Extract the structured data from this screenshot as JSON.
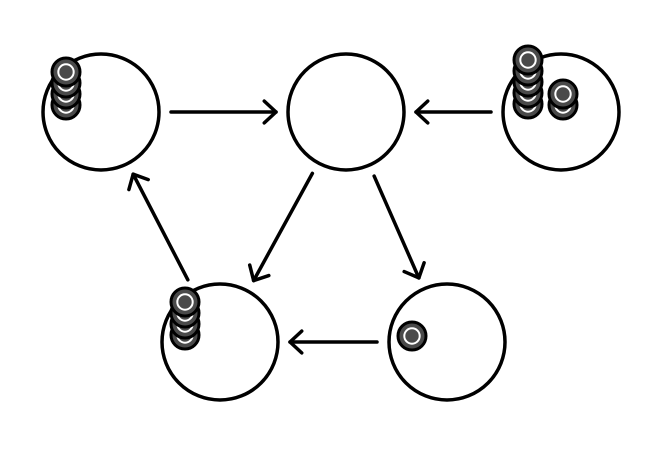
{
  "diagram": {
    "type": "directed-graph",
    "colors": {
      "background": "#ffffff",
      "stroke": "#000000",
      "node_fill": "#ffffff",
      "chip_fill": "#4a4a4a",
      "chip_ring": "#ffffff"
    },
    "nodes": [
      {
        "id": "top-left",
        "chip_stacks": [
          4
        ]
      },
      {
        "id": "top-center",
        "chip_stacks": []
      },
      {
        "id": "top-right",
        "chip_stacks": [
          5,
          2
        ]
      },
      {
        "id": "bottom-left",
        "chip_stacks": [
          4
        ]
      },
      {
        "id": "bottom-right",
        "chip_stacks": [
          1
        ]
      }
    ],
    "edges": [
      {
        "from": "top-left",
        "to": "top-center"
      },
      {
        "from": "top-right",
        "to": "top-center"
      },
      {
        "from": "top-center",
        "to": "bottom-left"
      },
      {
        "from": "top-center",
        "to": "bottom-right"
      },
      {
        "from": "bottom-right",
        "to": "bottom-left"
      },
      {
        "from": "bottom-left",
        "to": "top-left"
      }
    ]
  }
}
